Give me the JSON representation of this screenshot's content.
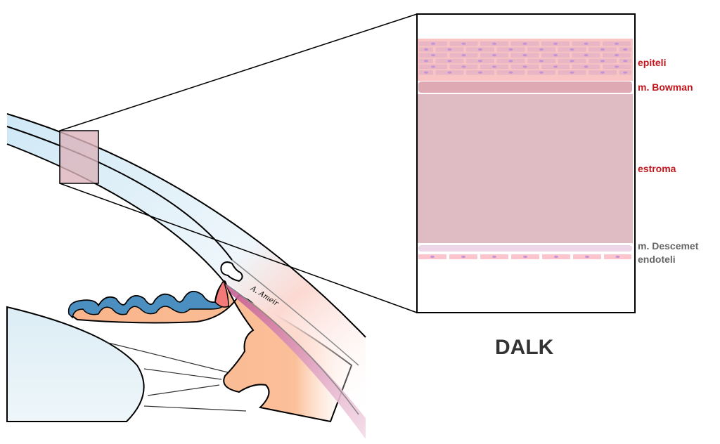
{
  "title": "DALK",
  "layers": [
    {
      "label": "epiteli",
      "color": "#c0151c"
    },
    {
      "label": "m. Bowman",
      "color": "#c0151c"
    },
    {
      "label": "estroma",
      "color": "#c0151c"
    },
    {
      "label": "m. Descemet",
      "color": "#666666"
    },
    {
      "label": "endoteli",
      "color": "#666666"
    }
  ],
  "signature": "A. Ameir",
  "colors": {
    "epithelium": "#f8c4c4",
    "epithelium_cell": "#e8b6c4",
    "bowman": "#dfa9b4",
    "stroma": "#dfbcc3",
    "descemet": "#ecd6e8",
    "endothelium": "#fcc4cc",
    "nucleus": "#c493d6",
    "iris_blue": "#4a8fc0",
    "iris_orange": "#f9b48a",
    "lens": "#dfeff6"
  }
}
